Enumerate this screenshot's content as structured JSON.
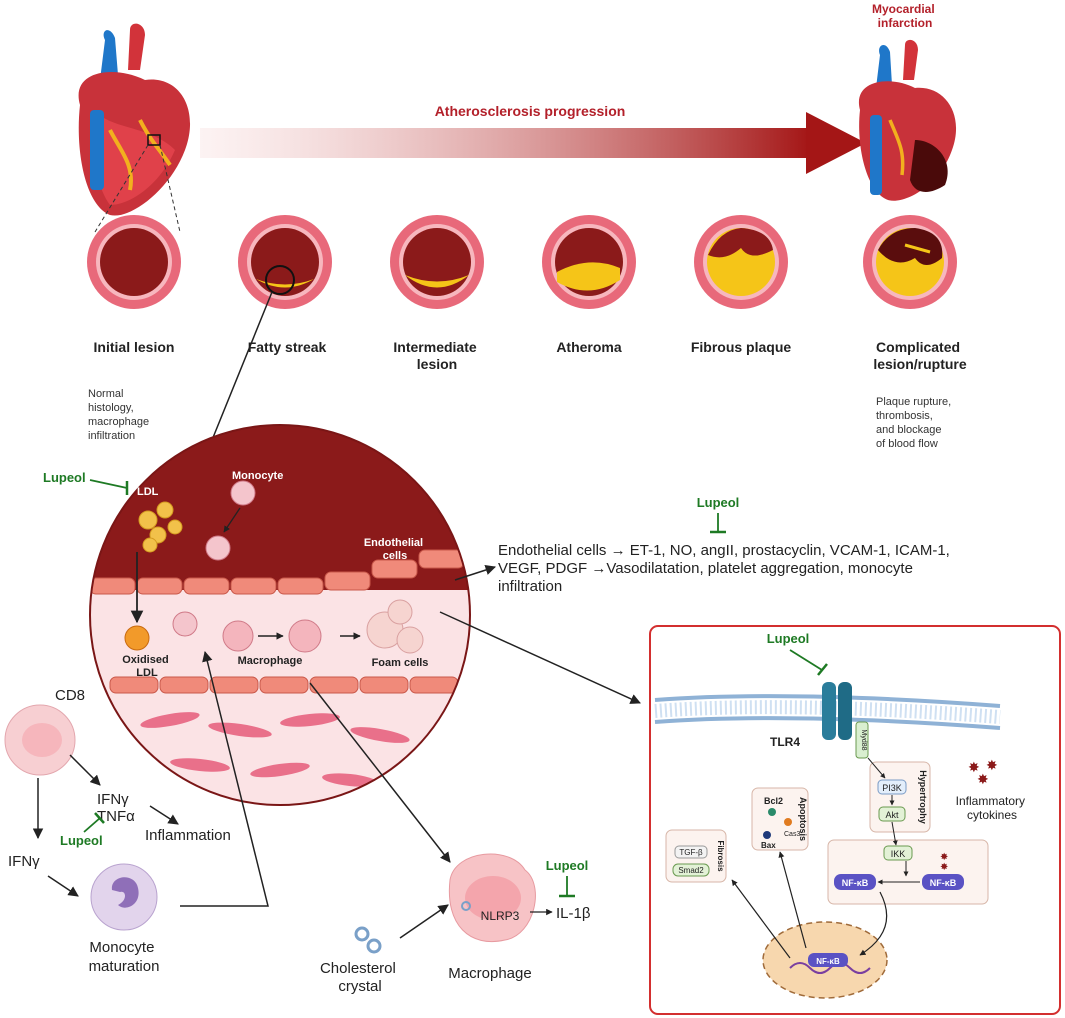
{
  "header": {
    "progression_label": "Atherosclerosis progression",
    "mi_label_line1": "Myocardial",
    "mi_label_line2": "infarction"
  },
  "stages": [
    {
      "label_lines": [
        "Initial lesion"
      ]
    },
    {
      "label_lines": [
        "Fatty streak"
      ]
    },
    {
      "label_lines": [
        "Intermediate",
        "lesion"
      ]
    },
    {
      "label_lines": [
        "Atheroma"
      ]
    },
    {
      "label_lines": [
        "Fibrous plaque"
      ]
    },
    {
      "label_lines": [
        "Complicated",
        "lesion/rupture"
      ]
    }
  ],
  "notes": {
    "initial": [
      "Normal",
      "histology,",
      "macrophage",
      "infiltration"
    ],
    "complicated": [
      "Plaque rupture,",
      "thrombosis,",
      "and blockage",
      "of blood flow"
    ]
  },
  "vessel": {
    "ldl": "LDL",
    "monocyte": "Monocyte",
    "endothelial_line1": "Endothelial",
    "endothelial_line2": "cells",
    "oxidised_line1": "Oxidised",
    "oxidised_line2": "LDL",
    "macrophage": "Macrophage",
    "foam": "Foam cells"
  },
  "lupeol": "Lupeol",
  "endothelial_text": [
    "Endothelial cells → ET-1, NO, angII, prostacyclin, VCAM-1, ICAM-1,",
    "VEGF, PDGF →Vasodilatation, platelet aggregation, monocyte",
    "infiltration"
  ],
  "immune": {
    "cd8": "CD8",
    "ifn": "IFNγ",
    "tnf": "TNFα",
    "inflammation": "Inflammation",
    "ifn2": "IFNγ",
    "monocyte_line1": "Monocyte",
    "monocyte_line2": "maturation"
  },
  "inflammasome": {
    "cholesterol_line1": "Cholesterol",
    "cholesterol_line2": "crystal",
    "macrophage": "Macrophage",
    "nlrp3": "NLRP3",
    "il1b": "IL-1β"
  },
  "pathway": {
    "tlr4": "TLR4",
    "myd88": "Myd88",
    "hypertrophy": "Hypertrophy",
    "pi3k": "PI3K",
    "akt": "Akt",
    "ikk": "IKK",
    "nfkb": "NF-κB",
    "apoptosis": "Apoptosis",
    "bcl2": "Bcl2",
    "cas3": "Cas3",
    "bax": "Bax",
    "fibrosis": "Fibrosis",
    "tgfb": "TGF-β",
    "smad2": "Smad2",
    "cytokines_line1": "Inflammatory",
    "cytokines_line2": "cytokines"
  },
  "colors": {
    "lupeol_green": "#1e7a24",
    "artery_red": "#8b1a1a",
    "wall_pink": "#e8697a",
    "plaque_yellow": "#f5c518",
    "panel_border": "#d32f2f"
  }
}
